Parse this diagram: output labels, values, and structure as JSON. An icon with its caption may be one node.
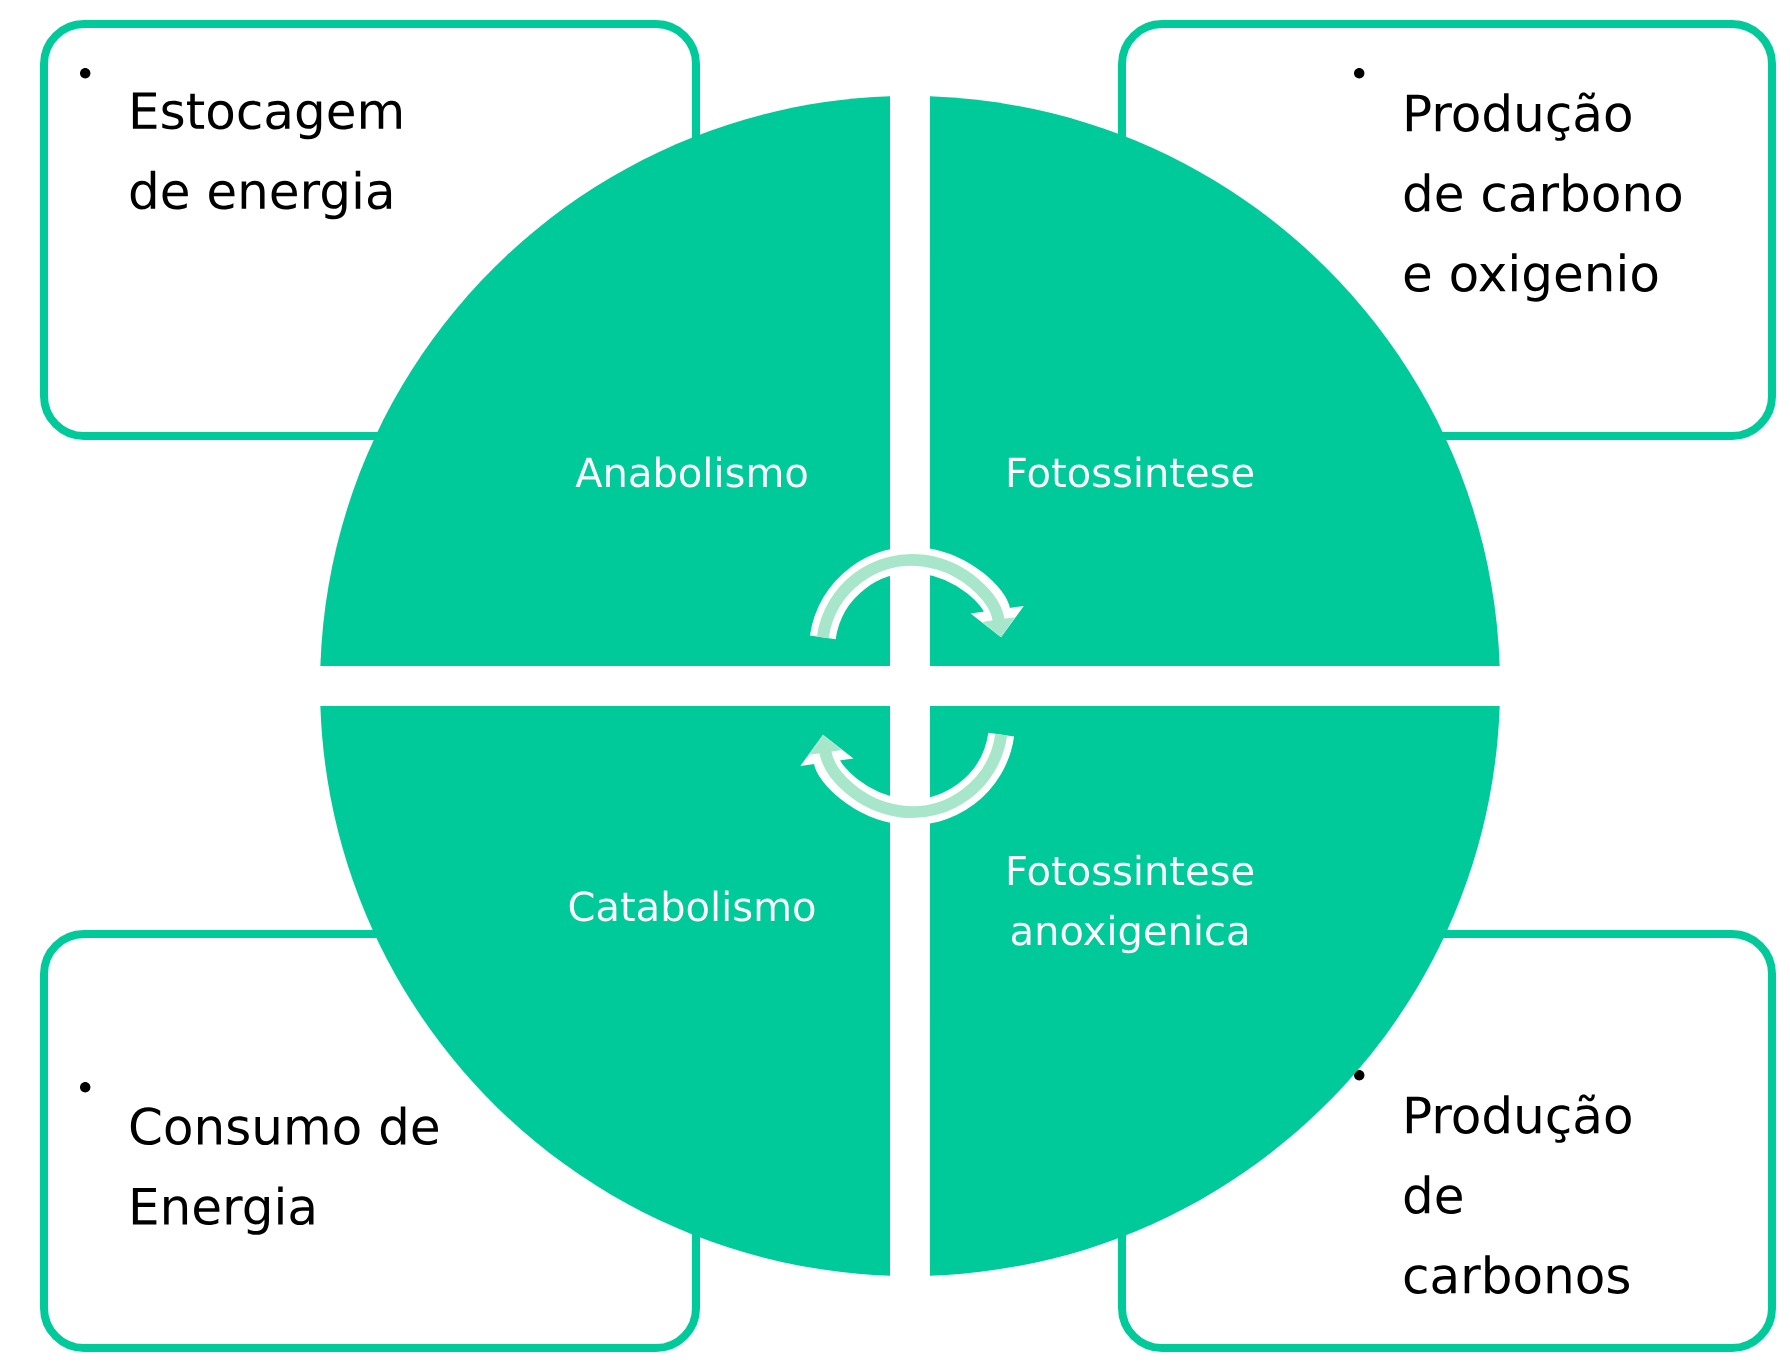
{
  "diagram": {
    "nodes": [
      {
        "text": [
          "Estocagem de energia"
        ]
      },
      {
        "text": [
          "Produção de carbono e oxigenio"
        ]
      },
      {
        "text": [
          "Anabolismo"
        ]
      },
      {
        "text": [
          "Fotossintese"
        ]
      },
      {
        "text": [
          "Catabolismo"
        ]
      },
      {
        "text": [
          "Fotossintese anoxigenica"
        ]
      },
      {
        "text": [
          "Consumo de Energia"
        ]
      },
      {
        "text": [
          "Produção de carbonos"
        ]
      }
    ],
    "edges": [
      {
        "from": 2,
        "to": 3,
        "arrow": "to"
      },
      {
        "from": 5,
        "to": 4,
        "arrow": "to"
      }
    ]
  }
}
